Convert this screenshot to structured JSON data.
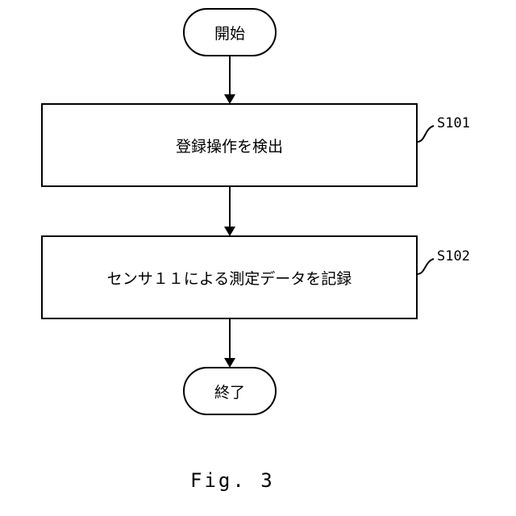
{
  "flowchart": {
    "start_label": "開始",
    "steps": [
      {
        "id": "S101",
        "label": "登録操作を検出"
      },
      {
        "id": "S102",
        "label": "センサ１１による測定データを記録"
      }
    ],
    "end_label": "終了"
  },
  "caption": "Fig. 3"
}
